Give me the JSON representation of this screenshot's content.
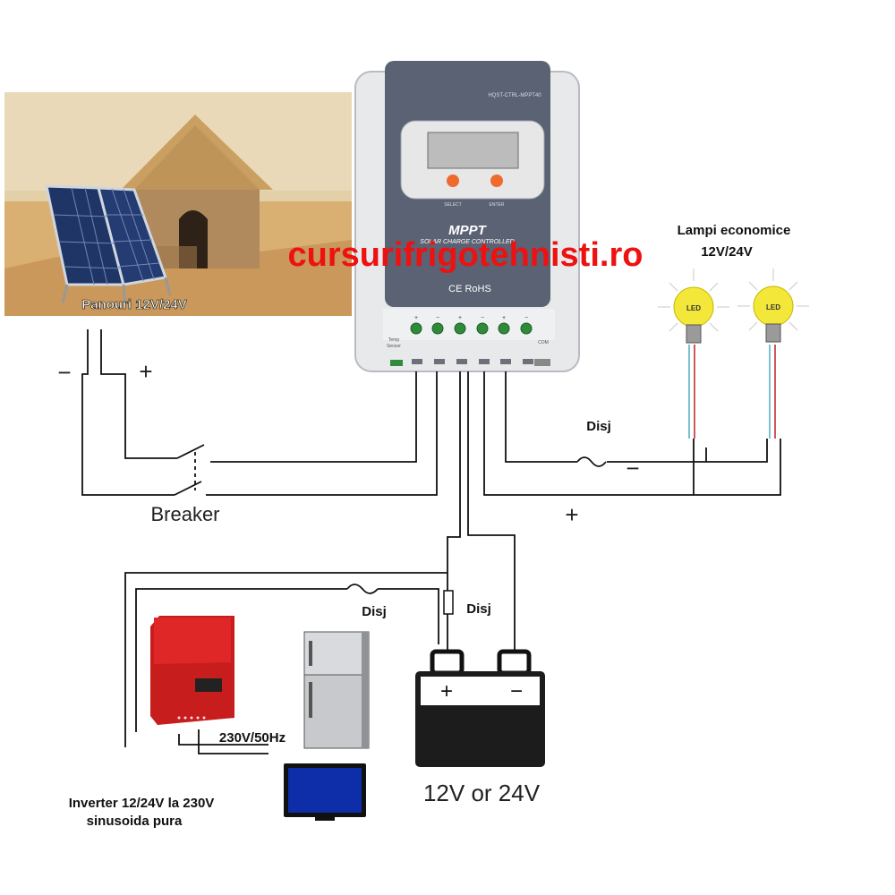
{
  "controller": {
    "model": "HQST-CTRL-MPPT40",
    "select_label": "SELECT",
    "enter_label": "ENTER",
    "brand": "MPPT",
    "subtitle": "SOLAR CHARGE CONTROLLER",
    "cert": "CE RoHS",
    "temp_label_1": "Temp",
    "temp_label_2": "Sensor",
    "com_label": "COM",
    "terminal_signs": [
      "+",
      "−",
      "+",
      "−",
      "+",
      "−"
    ]
  },
  "watermark": "cursurifrigotehnisti.ro",
  "labels": {
    "panels": "Panouri 12V/24V",
    "lamps_line1": "Lampi economice",
    "lamps_line2": "12V/24V",
    "led": "LED",
    "breaker": "Breaker",
    "fuse_load": "Disj",
    "fuse_inverter": "Disj",
    "fuse_battery": "Disj",
    "panel_minus": "−",
    "panel_plus": "+",
    "load_minus": "−",
    "load_plus": "+",
    "battery_plus": "+",
    "battery_minus": "−",
    "battery_voltage": "12V or 24V",
    "ac_output": "230V/50Hz",
    "inverter_line1": "Inverter 12/24V la 230V",
    "inverter_line2": "sinusoida pura"
  },
  "colors": {
    "controller_body": "#e8e9eb",
    "controller_panel": "#5a6273",
    "watermark": "#ee1111",
    "inverter": "#d42020",
    "led_bulb": "#f3e83a",
    "sand": "#d9b072",
    "sky": "#e3cfa8"
  }
}
